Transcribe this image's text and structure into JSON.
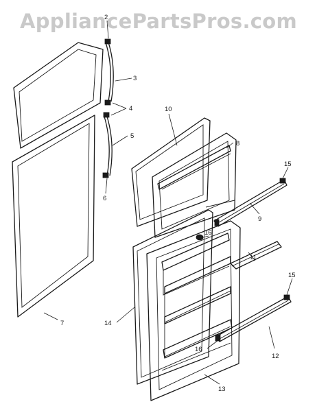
{
  "watermark": "AppliancePartsPros.com",
  "callouts": [
    {
      "id": "c2",
      "text": "2"
    },
    {
      "id": "c3",
      "text": "3"
    },
    {
      "id": "c4",
      "text": "4"
    },
    {
      "id": "c5",
      "text": "5"
    },
    {
      "id": "c6",
      "text": "6"
    },
    {
      "id": "c7",
      "text": "7"
    },
    {
      "id": "c8",
      "text": "8"
    },
    {
      "id": "c9",
      "text": "9"
    },
    {
      "id": "c10",
      "text": "10"
    },
    {
      "id": "c11",
      "text": "11"
    },
    {
      "id": "c12",
      "text": "12"
    },
    {
      "id": "c13",
      "text": "13"
    },
    {
      "id": "c14",
      "text": "14"
    },
    {
      "id": "c15a",
      "text": "15"
    },
    {
      "id": "c15b",
      "text": "15"
    },
    {
      "id": "c16a",
      "text": "16"
    },
    {
      "id": "c16b",
      "text": "16"
    }
  ]
}
